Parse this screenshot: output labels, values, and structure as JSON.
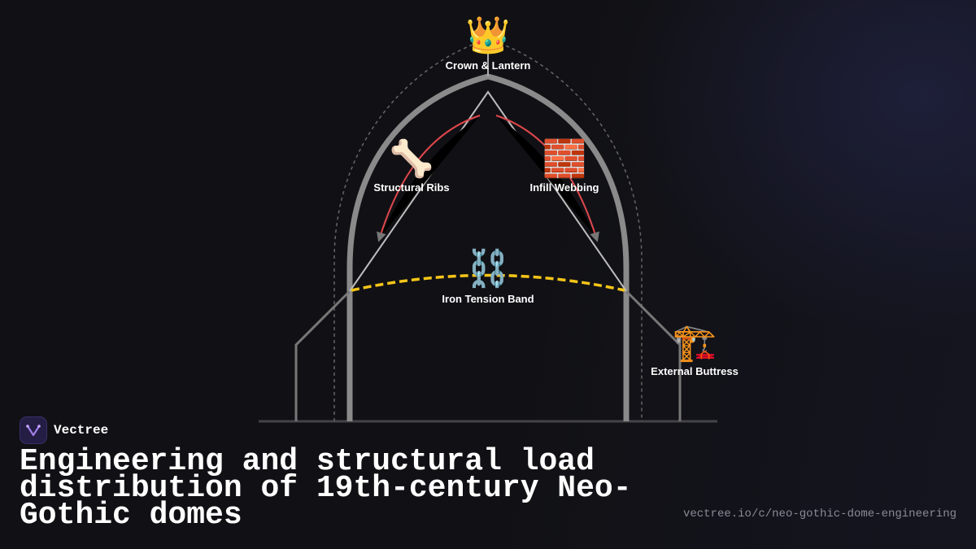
{
  "diagram": {
    "labels": {
      "crown": "Crown & Lantern",
      "ribs": "Structural Ribs",
      "webbing": "Infill Webbing",
      "band": "Iron Tension Band",
      "buttress": "External Buttress"
    },
    "icons": {
      "crown": "👑",
      "ribs": "🦴",
      "webbing": "🧱",
      "band": "⛓️",
      "buttress": "🏗️"
    },
    "colors": {
      "arch": "#8a8a8a",
      "dashed_outline": "#666666",
      "tension_band": "#f5c518",
      "force_arrows": "#e0474c"
    }
  },
  "brand": {
    "name": "Vectree"
  },
  "title": "Engineering and structural load distribution of 19th-century Neo-Gothic domes",
  "url": "vectree.io/c/neo-gothic-dome-engineering"
}
